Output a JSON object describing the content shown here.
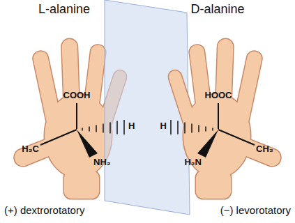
{
  "diagram": {
    "labels": [
      "L-alanine",
      "D-alanine",
      "COOH",
      "H",
      "H₃C",
      "NH₂",
      "HOOC",
      "H",
      "CH₃",
      "H₂N",
      "(+) dextrorotatory",
      "(−) levorotatory"
    ]
  }
}
